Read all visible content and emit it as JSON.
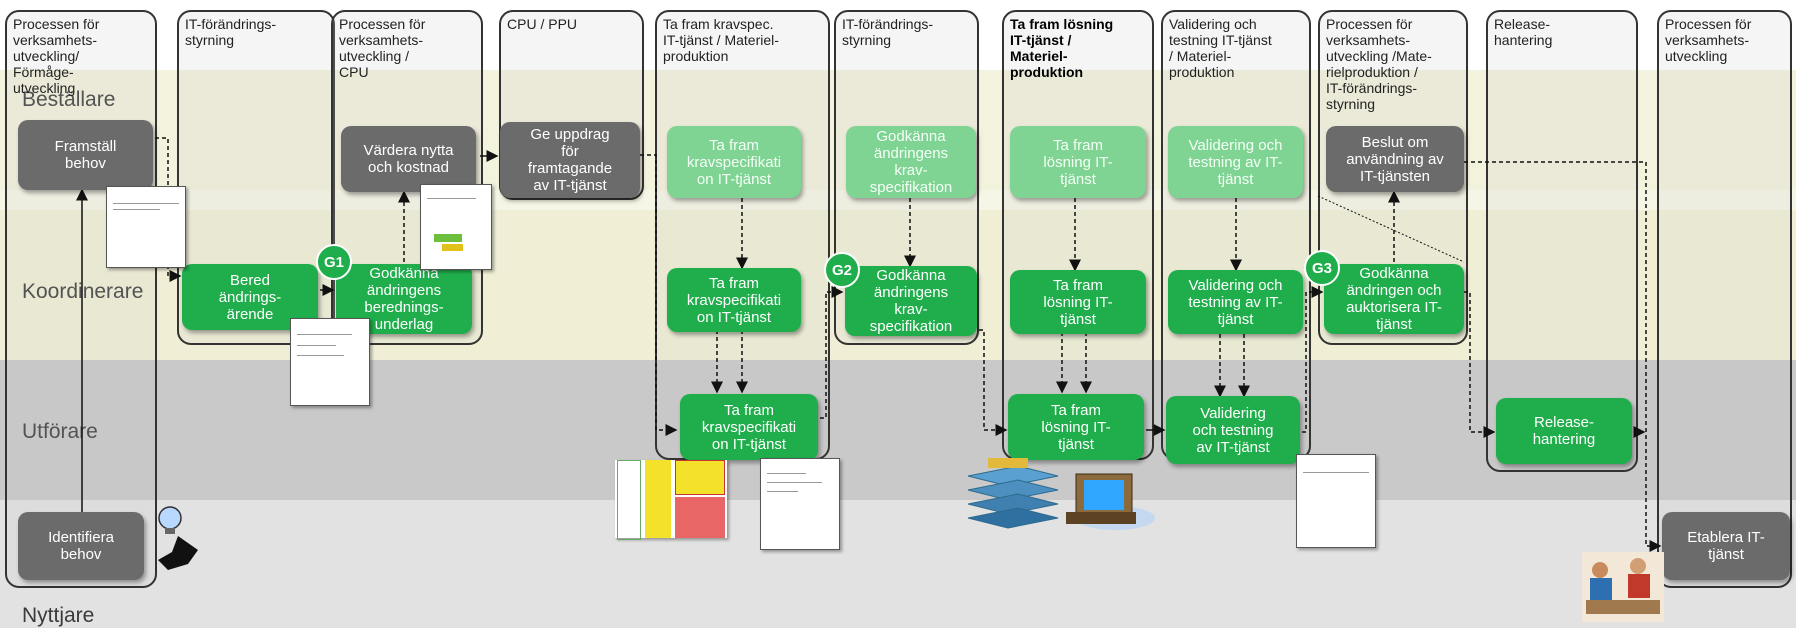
{
  "lanes": {
    "bestallare": "Beställare",
    "koordinerare": "Koordinerare",
    "utforare": "Utförare",
    "nyttjare": "Nyttjare"
  },
  "phases": [
    {
      "id": "p1",
      "title": "Processen för\nverksamhets-\nutveckling/\nFörmåge-\nutveckling",
      "bold": false
    },
    {
      "id": "p2",
      "title": "IT-förändrings-\nstyrning",
      "bold": false
    },
    {
      "id": "p3",
      "title": "Processen för\nverksamhets-\nutveckling /\nCPU",
      "bold": false
    },
    {
      "id": "p4",
      "title": "CPU / PPU",
      "bold": false
    },
    {
      "id": "p5",
      "title": "Ta fram kravspec.\nIT-tjänst / Materiel-\nproduktion",
      "bold": false
    },
    {
      "id": "p6",
      "title": "IT-förändrings-\nstyrning",
      "bold": false
    },
    {
      "id": "p7",
      "title": "Ta fram lösning\nIT-tjänst /\nMateriel-\nproduktion",
      "bold": true
    },
    {
      "id": "p8",
      "title": "Validering och\ntestning IT-tjänst\n/ Materiel-\nproduktion",
      "bold": false
    },
    {
      "id": "p9",
      "title": "Processen för\nverksamhets-\nutveckling /Mate-\nrielproduktion /\nIT-förändrings-\nstyrning",
      "bold": false
    },
    {
      "id": "p10",
      "title": "Release-\nhantering",
      "bold": false
    },
    {
      "id": "p11",
      "title": "Processen för\nverksamhets-\nutveckling",
      "bold": false
    }
  ],
  "activities": {
    "framstall_behov": "Framställ\nbehov",
    "identifiera_behov": "Identifiera\nbehov",
    "bered_arende": "Bered\nändrings-\närende",
    "godkanna_beredning": "Godkänna\nändringens\nberednings-\nunderlag",
    "vardera": "Värdera nytta\noch kostnad",
    "ge_uppdrag": "Ge uppdrag\nför\nframtagande\nav IT-tjänst",
    "kravspec_best": "Ta fram\nkravspecifikati\non IT-tjänst",
    "kravspec_koord": "Ta fram\nkravspecifikati\non IT-tjänst",
    "kravspec_utf": "Ta fram\nkravspecifikati\non IT-tjänst",
    "godkanna_krav_best": "Godkänna\nändringens\nkrav-\nspecifikation",
    "godkanna_krav_koord": "Godkänna\nändringens\nkrav-\nspecifikation",
    "losning_best": "Ta fram\nlösning IT-\ntjänst",
    "losning_koord": "Ta fram\nlösning IT-\ntjänst",
    "losning_utf": "Ta fram\nlösning IT-\ntjänst",
    "validering_best": "Validering och\ntestning av IT-\ntjänst",
    "validering_koord": "Validering och\ntestning av IT-\ntjänst",
    "validering_utf": "Validering\noch testning\nav IT-tjänst",
    "beslut": "Beslut om\nanvändning av\nIT-tjänsten",
    "godkanna_auktorisera": "Godkänna\nändringen och\nauktorisera IT-\ntjänst",
    "release": "Release-\nhantering",
    "etablera": "Etablera IT-\ntjänst"
  },
  "gates": {
    "g1": "G1",
    "g2": "G2",
    "g3": "G3"
  },
  "colors": {
    "green": "#1fae4b",
    "light_green": "#7fd494",
    "gray_box": "#6b6b6b",
    "band_cream": "#f4f3dc",
    "band_gray": "#d2d2d2"
  },
  "icons": [
    "person-lightbulb-icon",
    "computer-icon",
    "server-stack-icon",
    "meeting-people-icon"
  ]
}
